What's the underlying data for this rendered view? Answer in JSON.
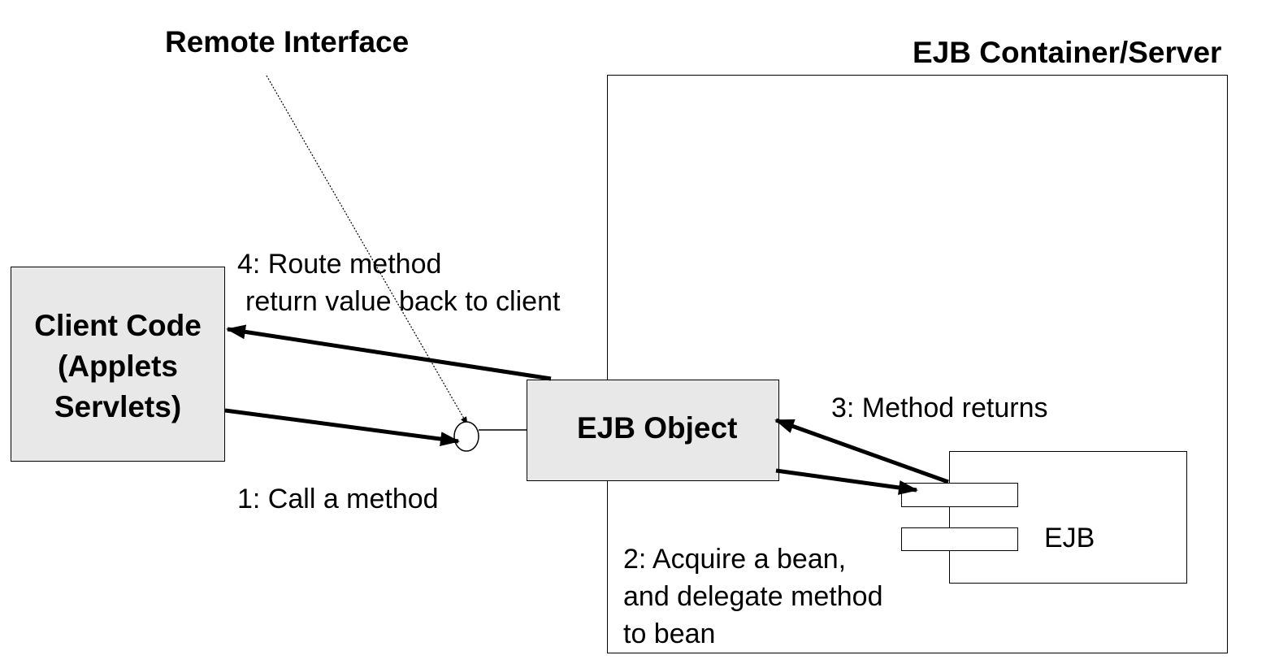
{
  "remote_interface_label": "Remote Interface",
  "container_label": "EJB Container/Server",
  "client": {
    "line1": "Client Code",
    "line2": "(Applets",
    "line3": "Servlets)"
  },
  "ejb_object_label": "EJB Object",
  "ejb_label": "EJB",
  "steps": {
    "step1": "1: Call a method",
    "step2_line1": "2: Acquire a bean,",
    "step2_line2": "and delegate method",
    "step2_line3": "to bean",
    "step3": "3: Method returns",
    "step4_line1": "4: Route method",
    "step4_line2": "return value back to client"
  },
  "colors": {
    "box_fill": "#e8e8e8",
    "line": "#000000",
    "background": "#ffffff"
  }
}
